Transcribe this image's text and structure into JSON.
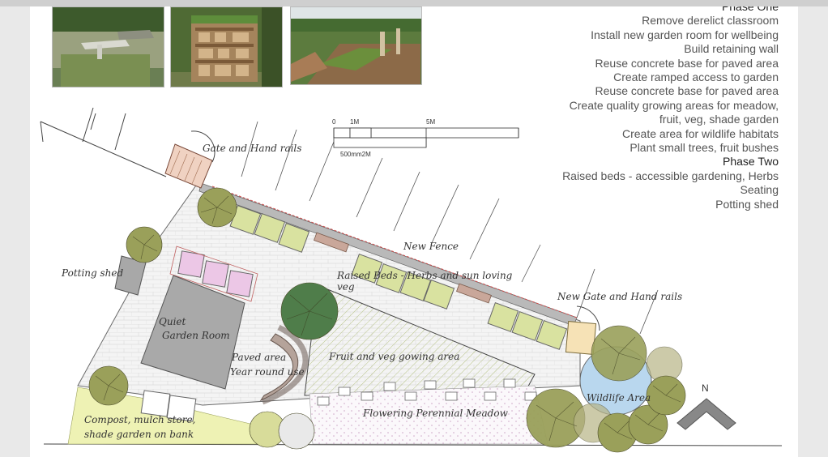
{
  "notes": {
    "phase_one_heading": "Phase One",
    "phase_one_items": [
      "Remove derelict classroom",
      "Install new garden room for wellbeing",
      "Build retaining wall",
      "Reuse concrete base for paved area",
      "Create ramped access to garden",
      "Reuse concrete base for paved area",
      "Create quality growing areas for meadow,",
      "fruit, veg, shade garden",
      "Create area for wildlife habitats",
      "Plant small trees, fruit bushes"
    ],
    "phase_two_heading": "Phase Two",
    "phase_two_items": [
      "Raised beds  - accessible gardening, Herbs",
      "Seating",
      "Potting shed"
    ]
  },
  "scale": {
    "t0": "0",
    "t1": "1M",
    "t5": "5M",
    "sub": "500mm2M"
  },
  "labels": {
    "gate_rails": "Gate and Hand rails",
    "new_fence": "New Fence",
    "potting_shed": "Potting shed",
    "raised_beds_1": "Raised Beds - Herbs and sun loving",
    "raised_beds_2": "veg",
    "new_gate": "New Gate and Hand rails",
    "quiet_1": "Quiet",
    "quiet_2": "Garden Room",
    "paved_1": "Paved area",
    "paved_2": "Year round use",
    "fruit_veg": "Fruit and veg gowing  area",
    "wildlife": "Wildlife Area",
    "meadow": "Flowering Perennial Meadow",
    "compost_1": "Compost, mulch store,",
    "compost_2": "shade garden on bank",
    "north": "N"
  },
  "colors": {
    "paving": "#f3f3f3",
    "bed_green": "#d9e2a0",
    "bed_pink": "#ecc7e6",
    "garden_room": "#a9a9a9",
    "tree": "#9aa05a",
    "tree_dark": "#4f7d4a",
    "pond": "#b9d7ee",
    "bank": "#eef2b4",
    "meadow_dots": "#dcbfd8"
  }
}
